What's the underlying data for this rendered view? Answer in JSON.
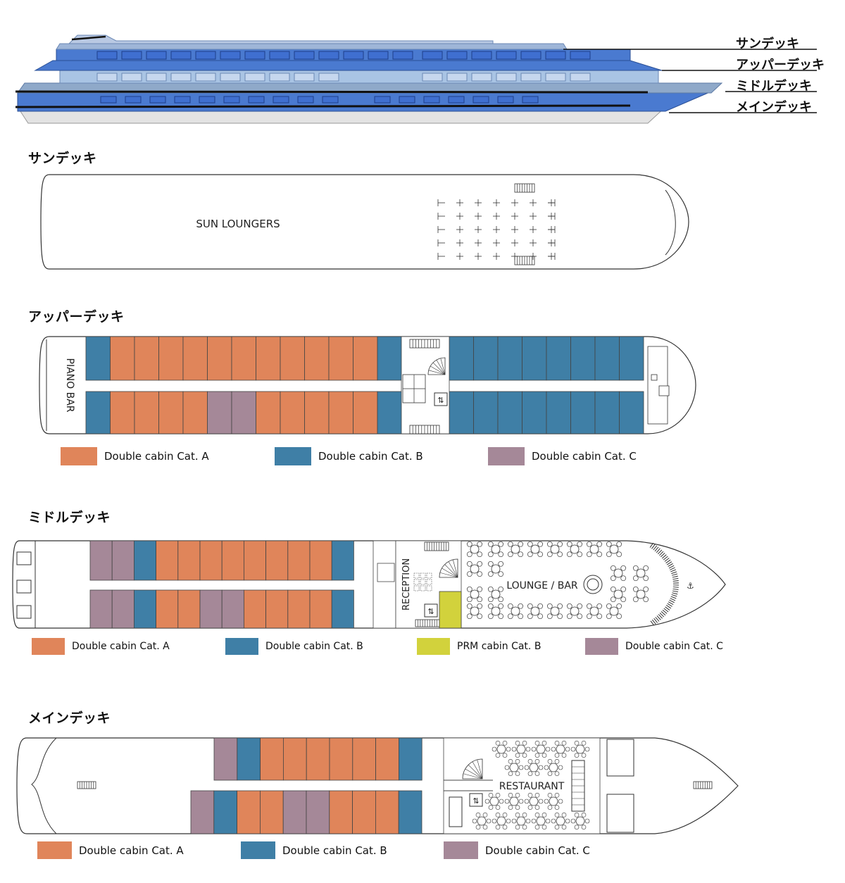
{
  "side_view": {
    "labels": [
      "サンデッキ",
      "アッパーデッキ",
      "ミドルデッキ",
      "メインデッキ"
    ]
  },
  "colors": {
    "cat_a": "#E0855A",
    "cat_b": "#3F7FA6",
    "cat_c": "#A58898",
    "prm": "#D2D23C",
    "hull_blue": "#4A7AD0",
    "hull_light": "#A9C4E4"
  },
  "sun_deck": {
    "title": "サンデッキ",
    "area_label": "SUN LOUNGERS"
  },
  "upper_deck": {
    "title": "アッパーデッキ",
    "area_label": "PIANO BAR",
    "legend": [
      {
        "label": "Double cabin Cat. A",
        "cat": "a"
      },
      {
        "label": "Double cabin Cat. B",
        "cat": "b"
      },
      {
        "label": "Double cabin Cat. C",
        "cat": "c"
      }
    ]
  },
  "middle_deck": {
    "title": "ミドルデッキ",
    "reception_label": "RECEPTION",
    "lounge_label": "LOUNGE / BAR",
    "legend": [
      {
        "label": "Double cabin Cat. A",
        "cat": "a"
      },
      {
        "label": "Double cabin Cat. B",
        "cat": "b"
      },
      {
        "label": "PRM cabin Cat. B",
        "cat": "prm"
      },
      {
        "label": "Double cabin Cat. C",
        "cat": "c"
      }
    ]
  },
  "main_deck": {
    "title": "メインデッキ",
    "restaurant_label": "RESTAURANT",
    "legend": [
      {
        "label": "Double cabin Cat. A",
        "cat": "a"
      },
      {
        "label": "Double cabin Cat. B",
        "cat": "b"
      },
      {
        "label": "Double cabin Cat. C",
        "cat": "c"
      }
    ]
  }
}
